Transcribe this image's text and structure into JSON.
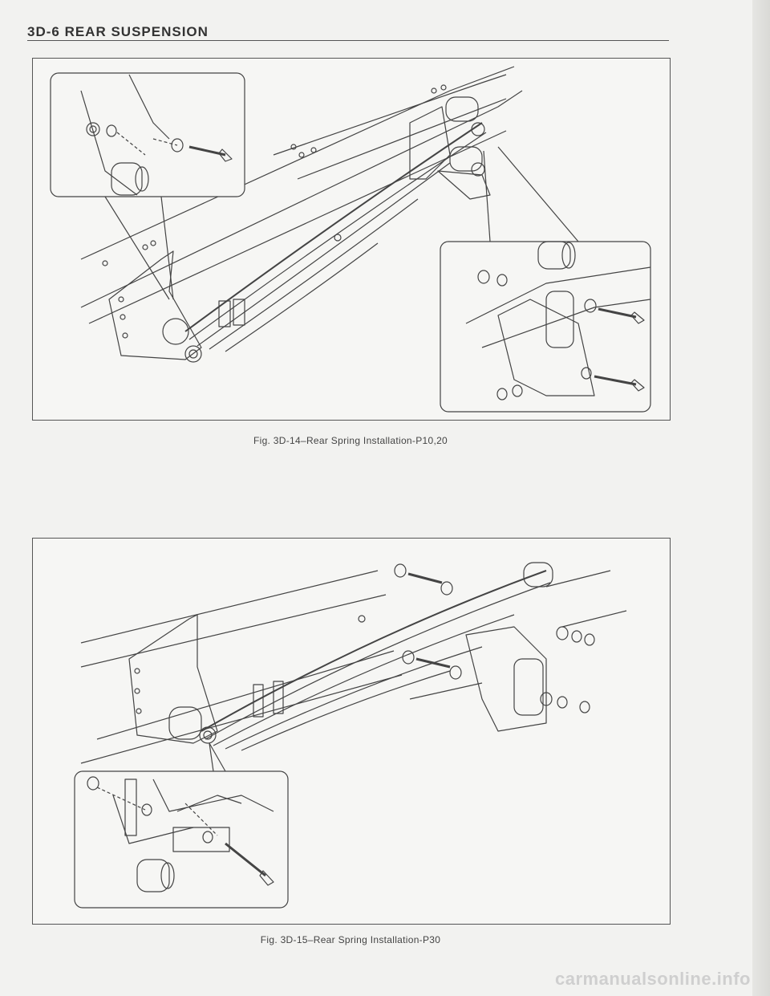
{
  "header": {
    "title": "3D-6  REAR SUSPENSION"
  },
  "figures": [
    {
      "caption": "Fig. 3D-14–Rear Spring Installation-P10,20"
    },
    {
      "caption": "Fig. 3D-15–Rear Spring Installation-P30"
    }
  ],
  "watermark": "carmanualsonline.info"
}
